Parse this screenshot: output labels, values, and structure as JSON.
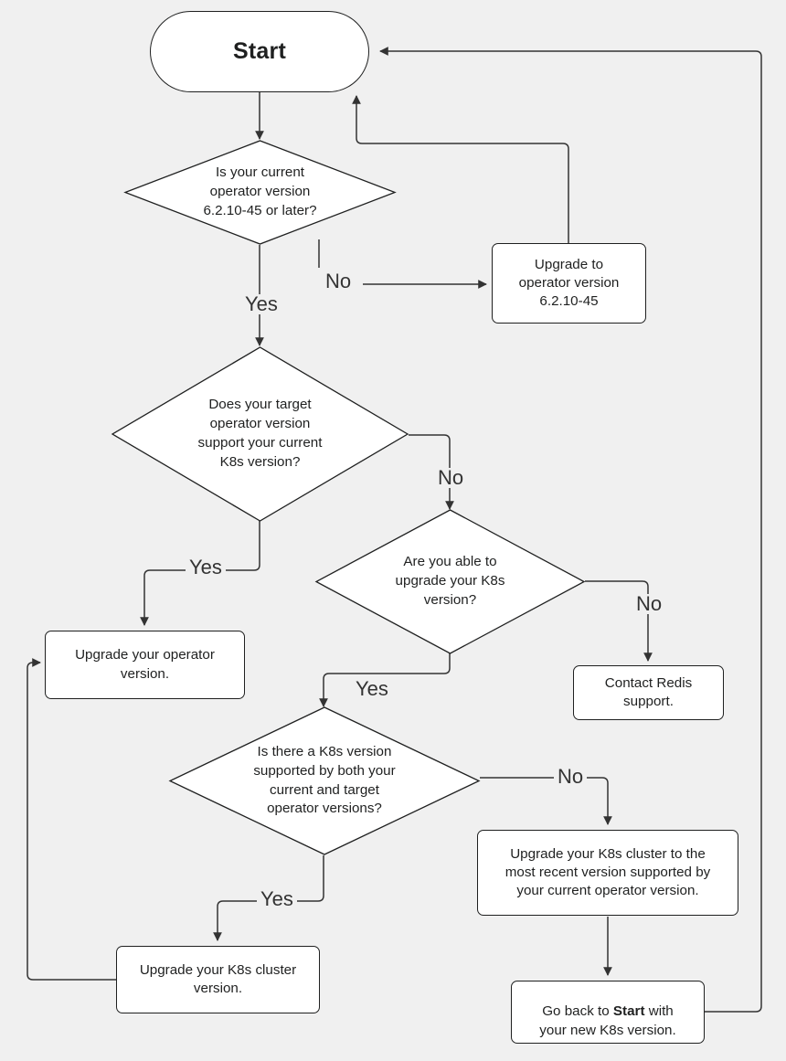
{
  "diagram": {
    "title": "Redis operator upgrade decision flowchart",
    "background_color": "#f0f0f0",
    "node_fill": "#ffffff",
    "stroke_color": "#1f2020",
    "text_color": "#1f2020"
  },
  "nodes": {
    "start": {
      "label": "Start",
      "shape": "stadium"
    },
    "decision_current_version": {
      "label": "Is your current\noperator version\n6.2.10-45 or later?",
      "shape": "diamond"
    },
    "upgrade_operator_62": {
      "label": "Upgrade to\noperator version\n6.2.10-45",
      "shape": "rect"
    },
    "decision_target_supports_k8s": {
      "label": "Does your target\noperator version\nsupport your current\nK8s version?",
      "shape": "diamond"
    },
    "decision_can_upgrade_k8s": {
      "label": "Are you able to\nupgrade your K8s\nversion?",
      "shape": "diamond"
    },
    "contact_support": {
      "label": "Contact Redis\nsupport.",
      "shape": "rect"
    },
    "upgrade_operator_version": {
      "label": "Upgrade your operator\nversion.",
      "shape": "rect"
    },
    "decision_common_k8s": {
      "label": "Is there a K8s version\nsupported by both your\ncurrent and target\noperator versions?",
      "shape": "diamond"
    },
    "upgrade_k8s_cluster": {
      "label": "Upgrade your K8s cluster\nversion.",
      "shape": "rect"
    },
    "upgrade_k8s_most_recent": {
      "label": "Upgrade your K8s cluster to the\nmost recent version supported by\nyour current operator version.",
      "shape": "rect"
    },
    "go_back_to_start": {
      "shape": "rect",
      "parts": {
        "prefix": "Go back to ",
        "bold": "Start",
        "suffix": " with\nyour new K8s version."
      }
    }
  },
  "edge_labels": {
    "no_current_version": "No",
    "yes_current_version": "Yes",
    "no_target_supports": "No",
    "yes_target_supports": "Yes",
    "no_can_upgrade_k8s": "No",
    "yes_can_upgrade_k8s": "Yes",
    "no_common_k8s": "No",
    "yes_common_k8s": "Yes"
  }
}
